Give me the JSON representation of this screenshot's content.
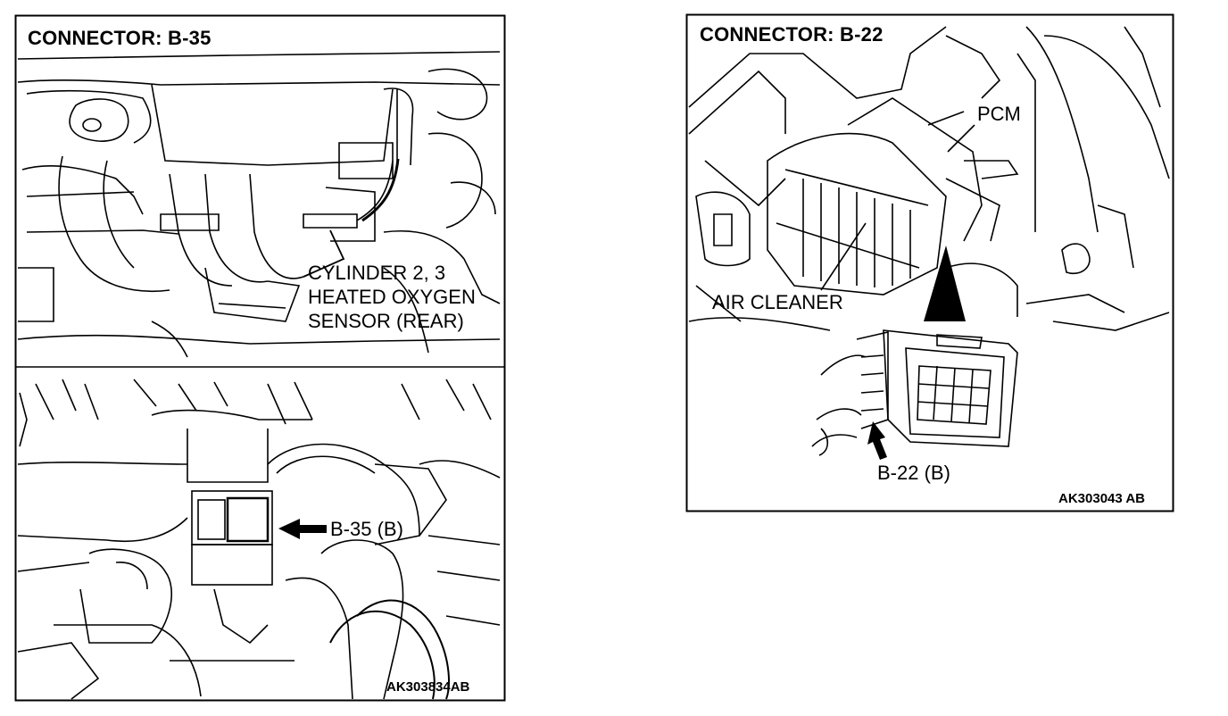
{
  "panels": {
    "left": {
      "title": "CONNECTOR: B-35",
      "callout_line1": "CYLINDER 2, 3",
      "callout_line2": "HEATED OXYGEN",
      "callout_line3": "SENSOR (REAR)",
      "connector_label": "B-35 (B)",
      "figure_code": "AK303834AB"
    },
    "right": {
      "title": "CONNECTOR: B-22",
      "pcm_label": "PCM",
      "air_cleaner_label": "AIR CLEANER",
      "connector_label": "B-22 (B)",
      "figure_code": "AK303043 AB"
    }
  },
  "colors": {
    "ink": "#000000",
    "paper": "#ffffff"
  }
}
